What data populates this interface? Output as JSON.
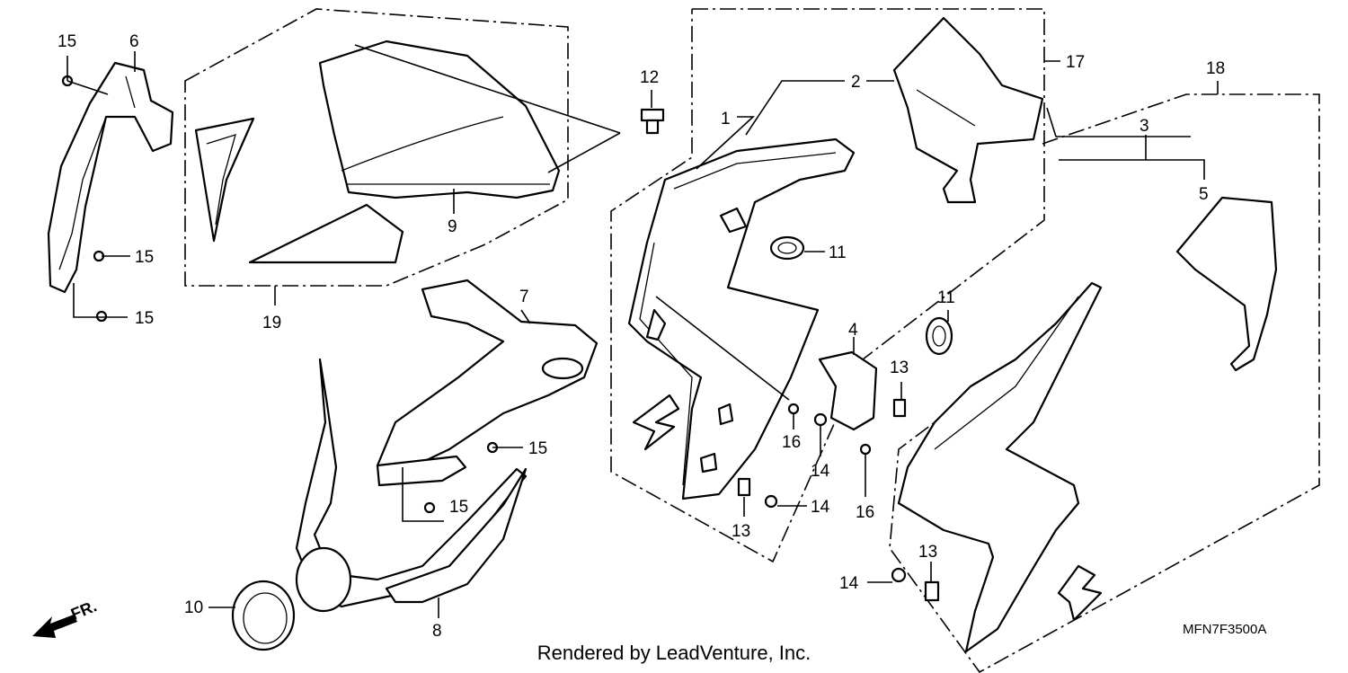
{
  "footer": {
    "credit": "Rendered by LeadVenture, Inc.",
    "diagram_code": "MFN7F3500A"
  },
  "front_label": "FR.",
  "callouts": {
    "c1": "1",
    "c2": "2",
    "c3": "3",
    "c4": "4",
    "c5": "5",
    "c6": "6",
    "c7": "7",
    "c8": "8",
    "c9": "9",
    "c10": "10",
    "c11a": "11",
    "c11b": "11",
    "c12": "12",
    "c13a": "13",
    "c13b": "13",
    "c13c": "13",
    "c14a": "14",
    "c14b": "14",
    "c14c": "14",
    "c15a": "15",
    "c15b": "15",
    "c15c": "15",
    "c15d": "15",
    "c15e": "15",
    "c16a": "16",
    "c16b": "16",
    "c17": "17",
    "c18": "18",
    "c19": "19"
  }
}
